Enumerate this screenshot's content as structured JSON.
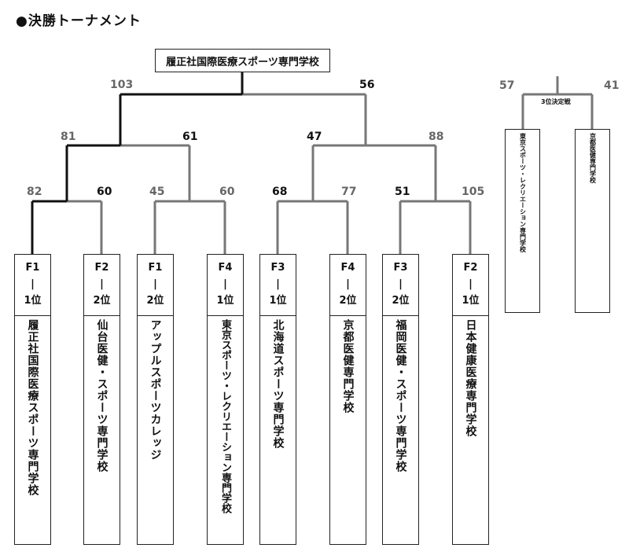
{
  "title": "●決勝トーナメント",
  "champion": "履正社国際医療スポーツ専門学校",
  "third_place_label": "3位決定戦",
  "final_scores": {
    "left": "103",
    "right": "56"
  },
  "semi_scores": {
    "a_left": "81",
    "a_right": "61",
    "b_left": "47",
    "b_right": "88"
  },
  "quarter_scores": [
    {
      "left": "82",
      "right": "60"
    },
    {
      "left": "45",
      "right": "60"
    },
    {
      "left": "68",
      "right": "77"
    },
    {
      "left": "51",
      "right": "105"
    }
  ],
  "third_scores": {
    "left": "57",
    "right": "41"
  },
  "teams": [
    {
      "seed_a": "F1",
      "seed_b": "|",
      "seed_c": "1位",
      "name": "履正社国際医療スポーツ専門学校"
    },
    {
      "seed_a": "F2",
      "seed_b": "|",
      "seed_c": "2位",
      "name": "仙台医健・スポーツ専門学校"
    },
    {
      "seed_a": "F1",
      "seed_b": "|",
      "seed_c": "2位",
      "name": "アップルスポーツカレッジ"
    },
    {
      "seed_a": "F4",
      "seed_b": "|",
      "seed_c": "1位",
      "name": "東京スポーツ・レクリエーション専門学校"
    },
    {
      "seed_a": "F3",
      "seed_b": "|",
      "seed_c": "1位",
      "name": "北海道スポーツ専門学校"
    },
    {
      "seed_a": "F4",
      "seed_b": "|",
      "seed_c": "2位",
      "name": "京都医健専門学校"
    },
    {
      "seed_a": "F3",
      "seed_b": "|",
      "seed_c": "2位",
      "name": "福岡医健・スポーツ専門学校"
    },
    {
      "seed_a": "F2",
      "seed_b": "|",
      "seed_c": "1位",
      "name": "日本健康医療専門学校"
    }
  ],
  "third_teams": [
    {
      "name": "東京スポーツ・レクリエーション専門学校"
    },
    {
      "name": "京都医健専門学校"
    }
  ]
}
